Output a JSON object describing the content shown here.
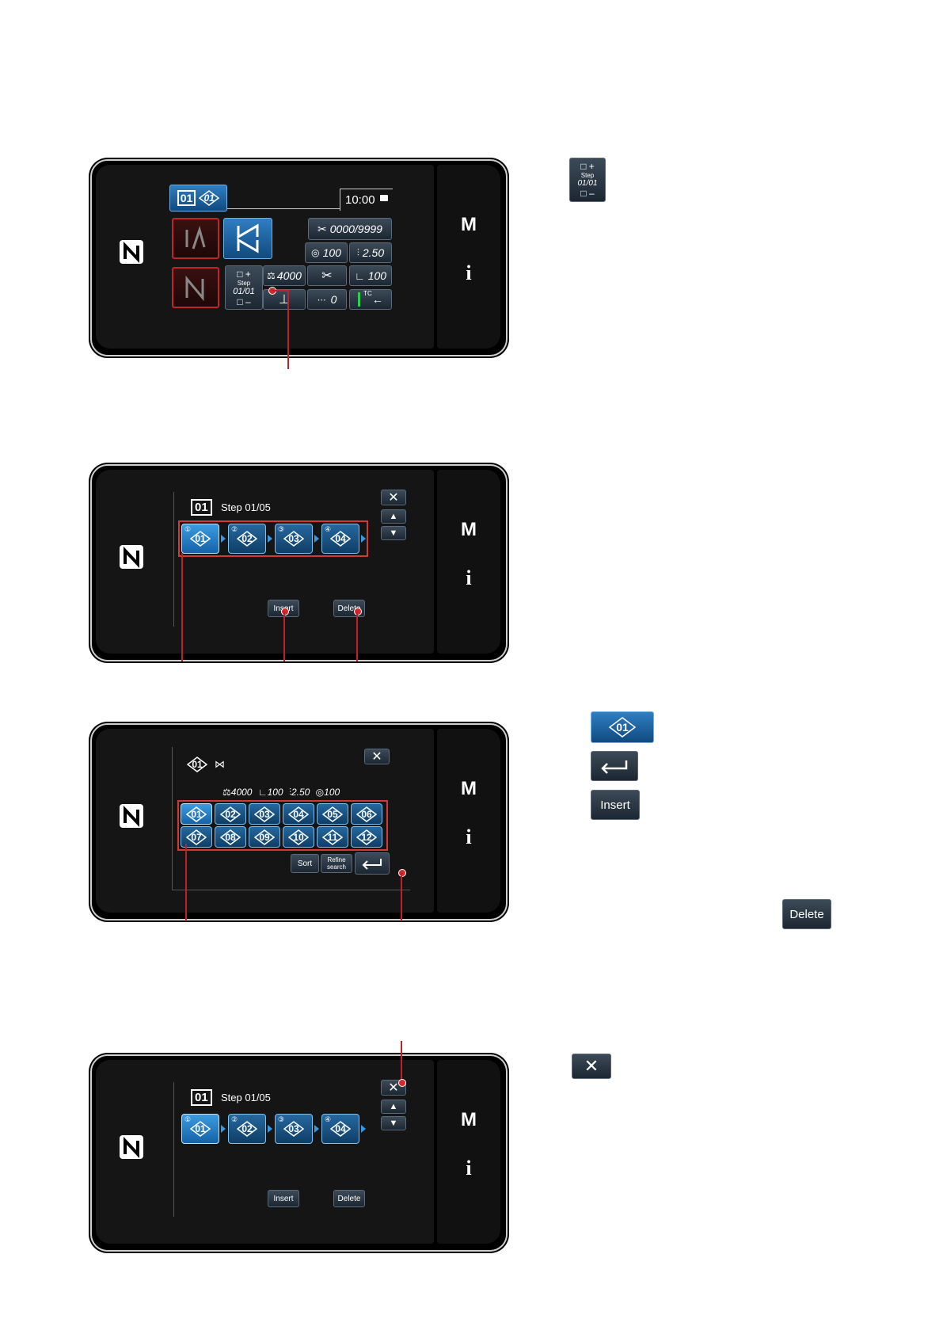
{
  "screen1": {
    "time": "10:00",
    "counter": "0000/9999",
    "tension": "100",
    "pitch": "2.50",
    "presser": "4000",
    "feed": "100",
    "zero": "0",
    "tc": "TC",
    "step_plus": "+",
    "step_label": "Step",
    "step_value": "01/01",
    "step_minus": "–",
    "pattern_top": "01",
    "pattern_top2": "01",
    "side_m": "M",
    "side_i": "i"
  },
  "screen2": {
    "step_text": "Step 01/05",
    "pattern_icon": "01",
    "patterns": [
      {
        "circle": "①",
        "num": "01"
      },
      {
        "circle": "②",
        "num": "02"
      },
      {
        "circle": "③",
        "num": "03"
      },
      {
        "circle": "④",
        "num": "04"
      }
    ],
    "insert": "Insert",
    "delete": "Delete",
    "side_m": "M",
    "side_i": "i"
  },
  "screen3": {
    "header_pattern": "01",
    "presser": "4000",
    "feed": "100",
    "pitch": "2.50",
    "tension": "100",
    "patterns": [
      "01",
      "02",
      "03",
      "04",
      "05",
      "06",
      "07",
      "08",
      "09",
      "10",
      "11",
      "12"
    ],
    "sort": "Sort",
    "refine1": "Refine",
    "refine2": "search",
    "side_m": "M",
    "side_i": "i"
  },
  "screen4": {
    "step_text": "Step 01/05",
    "pattern_icon": "01",
    "patterns": [
      {
        "circle": "①",
        "num": "01"
      },
      {
        "circle": "②",
        "num": "02"
      },
      {
        "circle": "③",
        "num": "03"
      },
      {
        "circle": "④",
        "num": "04"
      }
    ],
    "insert": "Insert",
    "delete": "Delete",
    "side_m": "M",
    "side_i": "i"
  },
  "right": {
    "step_plus": "+",
    "step_label": "Step",
    "step_value": "01/01",
    "step_minus": "–",
    "pattern_num": "01",
    "insert": "Insert",
    "delete": "Delete"
  },
  "colors": {
    "accent": "#1f72b8",
    "leader": "#c0202a",
    "screen_bg": "#151515"
  }
}
